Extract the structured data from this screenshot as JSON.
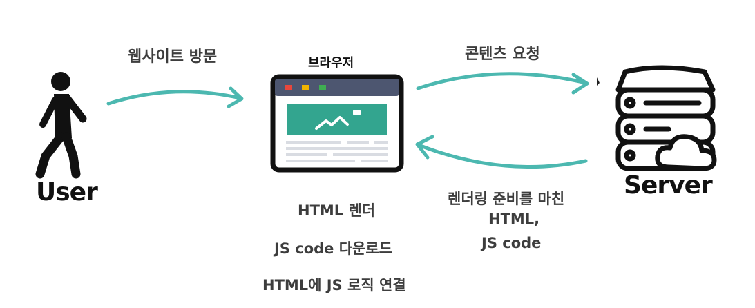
{
  "user": {
    "label": "User"
  },
  "server": {
    "label": "Server"
  },
  "browser": {
    "title": "브라우저"
  },
  "arrows": {
    "visit": "웹사이트 방문",
    "request": "콘텐츠 요청",
    "response_lines": [
      "렌더링 준비를 마친",
      "HTML,",
      "JS code"
    ]
  },
  "browser_steps": [
    "HTML 렌더",
    "JS code 다운로드",
    "HTML에 JS 로직 연결"
  ],
  "colors": {
    "arrow": "#4cb8b0",
    "browser_frame": "#111111",
    "browser_titlebar": "#4d5670",
    "browser_hero": "#33a58f",
    "browser_lines": "#d9dce2",
    "dot_red": "#e8473c",
    "dot_yellow": "#f0b400",
    "dot_green": "#3fae52"
  }
}
